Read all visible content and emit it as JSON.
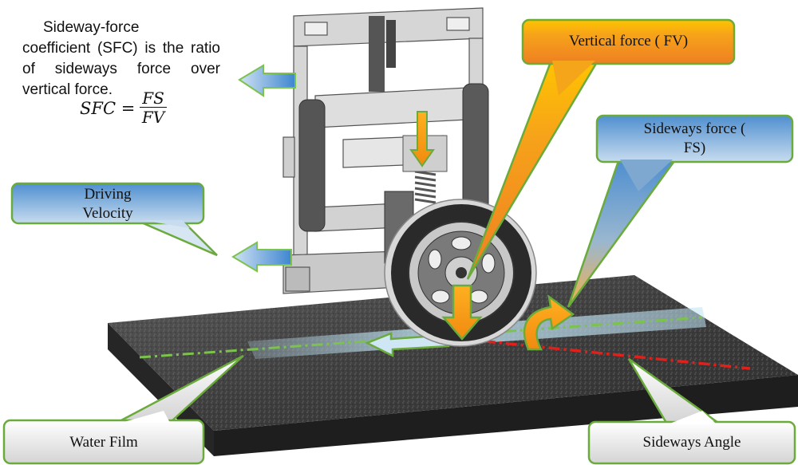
{
  "description": {
    "line1": "Sideway-force",
    "rest": "coefficient (SFC) is the ratio of sideways force over vertical force."
  },
  "formula": {
    "lhs": "SFC =",
    "numerator": "FS",
    "denominator": "FV"
  },
  "callouts": {
    "vertical_force": "Vertical force ( FV)",
    "sideways_force_l1": "Sideways force (",
    "sideways_force_l2": "FS)",
    "driving_velocity_l1": "Driving",
    "driving_velocity_l2": "Velocity",
    "water_film": "Water Film",
    "sideways_angle": "Sideways Angle"
  },
  "colors": {
    "green_border": "#6aab3c",
    "gold_fill": "#f8b400",
    "blue_fill": "#5b95cf",
    "gray_fill": "#dcdcdc",
    "red_dash": "#e0201a",
    "green_dash": "#7cc34d"
  }
}
